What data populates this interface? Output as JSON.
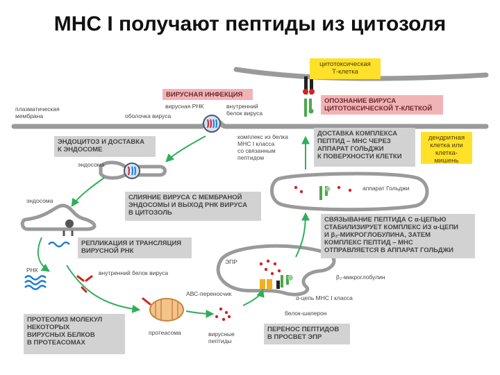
{
  "title": "MHC I получают пептиды из цитозоля",
  "yellow": {
    "t_cell": [
      "цитотоксическая",
      "Т-клетка"
    ],
    "target_cell": [
      "дендритная",
      "клетка или",
      "клетка-мишень"
    ]
  },
  "pink": {
    "viral_infection": "ВИРУСНАЯ ИНФЕКЦИЯ",
    "recognition": [
      "ОПОЗНАНИЕ ВИРУСА",
      "ЦИТОТОКСИЧЕСКОЙ Т-КЛЕТКОЙ"
    ]
  },
  "grey": {
    "endocytosis": [
      "ЭНДОЦИТОЗ И ДОСТАВКА",
      "К ЭНДОСОМЕ"
    ],
    "delivery": [
      "ДОСТАВКА КОМПЛЕКСА",
      "ПЕПТИД – МНС ЧЕРЕЗ",
      "АППАРАТ ГОЛЬДЖИ",
      "К ПОВЕРХНОСТИ КЛЕТКИ"
    ],
    "fusion": [
      "СЛИЯНИЕ ВИРУСА С МЕМБРАНОЙ",
      "ЭНДОСОМЫ И ВЫХОД РНК ВИРУСА",
      "В ЦИТОЗОЛЬ"
    ],
    "binding": [
      "СВЯЗЫВАНИЕ ПЕПТИДА С α-ЦЕПЬЮ",
      "СТАБИЛИЗИРУЕТ КОМПЛЕКС ИЗ α-ЦЕПИ",
      "И β₂-МИКРОГЛОБУЛИНА, ЗАТЕМ",
      "КОМПЛЕКС ПЕПТИД – МНС",
      "ОТПРАВЛЯЕТСЯ В АППАРАТ ГОЛЬДЖИ"
    ],
    "replication": [
      "РЕПЛИКАЦИЯ И ТРАНСЛЯЦИЯ",
      "ВИРУСНОЙ РНК"
    ],
    "proteolysis": [
      "ПРОТЕОЛИЗ МОЛЕКУЛ",
      "НЕКОТОРЫХ",
      "ВИРУСНЫХ БЕЛКОВ",
      "В ПРОТЕАСОМАХ"
    ],
    "transfer": [
      "ПЕРЕНОС ПЕПТИДОВ",
      "В ПРОСВЕТ ЭПР"
    ]
  },
  "labels": {
    "plasma_membrane": [
      "плазматическая",
      "мембрана"
    ],
    "viral_rna": "вирусная РНК",
    "inner_protein": [
      "внутренний",
      "белок вируса"
    ],
    "envelope": "оболочка вируса",
    "endosome_1": "эндосома",
    "endosome_2": "эндосома",
    "complex": [
      "комплекс из белка",
      "МНС I класса",
      "со связанным",
      "пептидом"
    ],
    "golgi": "аппарат Гольджи",
    "rna": "РНК",
    "inner_protein_2": "внутренний белок вируса",
    "er": "ЭПР",
    "b2m": "β₂-микроглобулин",
    "abc": "АВС-переносчик",
    "alpha_chain": "α-цепь МНС I класса",
    "chaperone": "белок-шаперон",
    "proteasome": "протеасома",
    "viral_peptides": [
      "вирусные",
      "пептиды"
    ]
  },
  "colors": {
    "membrane": "#9a9a9a",
    "arrow": "#2fae5a",
    "red": "#d62020",
    "blue": "#1f7fd0",
    "grey_box": "#d2d2d2",
    "pink_box": "#f2b3b7",
    "yellow_box": "#ffe12a",
    "proteasome": "#f3c38a",
    "abc": "#f0b020"
  }
}
